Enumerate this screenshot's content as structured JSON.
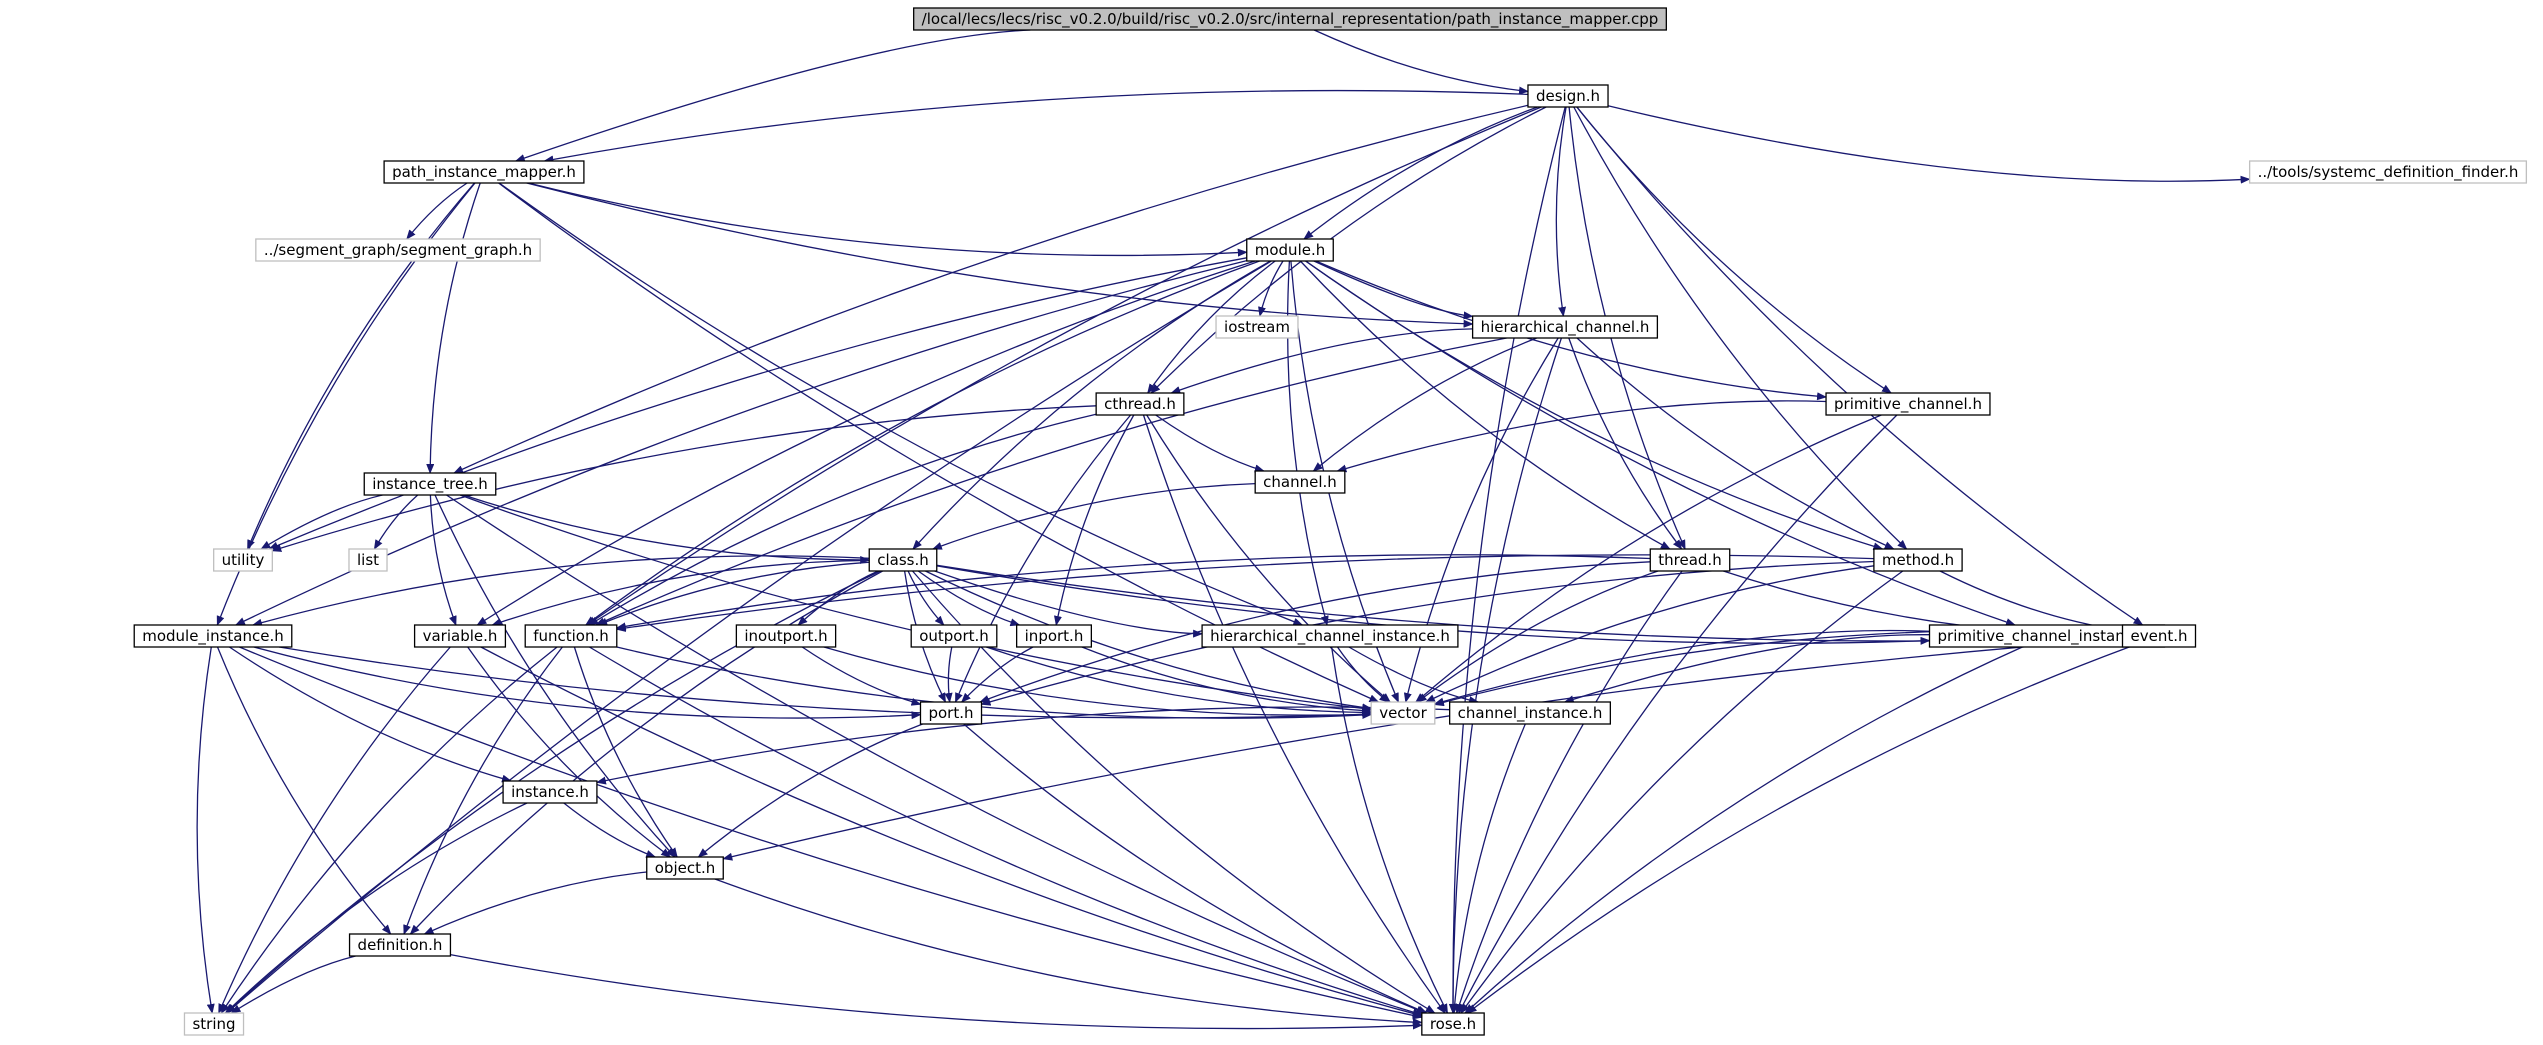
{
  "graph": {
    "nodes": [
      {
        "id": "root",
        "label": "/local/lecs/lecs/risc_v0.2.0/build/risc_v0.2.0/src/internal_representation/path_instance_mapper.cpp",
        "kind": "root"
      },
      {
        "id": "design",
        "label": "design.h",
        "kind": "file"
      },
      {
        "id": "pim",
        "label": "path_instance_mapper.h",
        "kind": "file"
      },
      {
        "id": "sdf",
        "label": "../tools/systemc_definition_finder.h",
        "kind": "external"
      },
      {
        "id": "segg",
        "label": "../segment_graph/segment_graph.h",
        "kind": "external"
      },
      {
        "id": "module",
        "label": "module.h",
        "kind": "file"
      },
      {
        "id": "iostream",
        "label": "iostream",
        "kind": "external"
      },
      {
        "id": "hchan",
        "label": "hierarchical_channel.h",
        "kind": "file"
      },
      {
        "id": "cthread",
        "label": "cthread.h",
        "kind": "file"
      },
      {
        "id": "pchan",
        "label": "primitive_channel.h",
        "kind": "file"
      },
      {
        "id": "itree",
        "label": "instance_tree.h",
        "kind": "file"
      },
      {
        "id": "channel",
        "label": "channel.h",
        "kind": "file"
      },
      {
        "id": "utility",
        "label": "utility",
        "kind": "external"
      },
      {
        "id": "list",
        "label": "list",
        "kind": "external"
      },
      {
        "id": "class",
        "label": "class.h",
        "kind": "file"
      },
      {
        "id": "thread",
        "label": "thread.h",
        "kind": "file"
      },
      {
        "id": "method",
        "label": "method.h",
        "kind": "file"
      },
      {
        "id": "modinst",
        "label": "module_instance.h",
        "kind": "file"
      },
      {
        "id": "variable",
        "label": "variable.h",
        "kind": "file"
      },
      {
        "id": "function",
        "label": "function.h",
        "kind": "file"
      },
      {
        "id": "inoutport",
        "label": "inoutport.h",
        "kind": "file"
      },
      {
        "id": "outport",
        "label": "outport.h",
        "kind": "file"
      },
      {
        "id": "inport",
        "label": "inport.h",
        "kind": "file"
      },
      {
        "id": "hcinst",
        "label": "hierarchical_channel_instance.h",
        "kind": "file"
      },
      {
        "id": "pcinst",
        "label": "primitive_channel_instance.h",
        "kind": "file"
      },
      {
        "id": "event",
        "label": "event.h",
        "kind": "file"
      },
      {
        "id": "vector",
        "label": "vector",
        "kind": "external"
      },
      {
        "id": "port",
        "label": "port.h",
        "kind": "file"
      },
      {
        "id": "cinst",
        "label": "channel_instance.h",
        "kind": "file"
      },
      {
        "id": "instance",
        "label": "instance.h",
        "kind": "file"
      },
      {
        "id": "object",
        "label": "object.h",
        "kind": "file"
      },
      {
        "id": "definition",
        "label": "definition.h",
        "kind": "file"
      },
      {
        "id": "string",
        "label": "string",
        "kind": "external"
      },
      {
        "id": "rose",
        "label": "rose.h",
        "kind": "file"
      }
    ],
    "edges": [
      [
        "root",
        "design"
      ],
      [
        "root",
        "pim"
      ],
      [
        "design",
        "pim"
      ],
      [
        "design",
        "sdf"
      ],
      [
        "design",
        "module"
      ],
      [
        "design",
        "hchan"
      ],
      [
        "design",
        "cthread"
      ],
      [
        "design",
        "pchan"
      ],
      [
        "design",
        "itree"
      ],
      [
        "design",
        "thread"
      ],
      [
        "design",
        "method"
      ],
      [
        "design",
        "function"
      ],
      [
        "design",
        "event"
      ],
      [
        "design",
        "rose"
      ],
      [
        "pim",
        "segg"
      ],
      [
        "pim",
        "module"
      ],
      [
        "pim",
        "hchan"
      ],
      [
        "pim",
        "itree"
      ],
      [
        "pim",
        "utility"
      ],
      [
        "pim",
        "modinst"
      ],
      [
        "pim",
        "hcinst"
      ],
      [
        "pim",
        "vector"
      ],
      [
        "module",
        "iostream"
      ],
      [
        "module",
        "hchan"
      ],
      [
        "module",
        "cthread"
      ],
      [
        "module",
        "pchan"
      ],
      [
        "module",
        "class"
      ],
      [
        "module",
        "thread"
      ],
      [
        "module",
        "method"
      ],
      [
        "module",
        "modinst"
      ],
      [
        "module",
        "variable"
      ],
      [
        "module",
        "function"
      ],
      [
        "module",
        "hcinst"
      ],
      [
        "module",
        "pcinst"
      ],
      [
        "module",
        "vector"
      ],
      [
        "module",
        "string"
      ],
      [
        "module",
        "utility"
      ],
      [
        "hchan",
        "cthread"
      ],
      [
        "hchan",
        "channel"
      ],
      [
        "hchan",
        "thread"
      ],
      [
        "hchan",
        "method"
      ],
      [
        "hchan",
        "function"
      ],
      [
        "hchan",
        "vector"
      ],
      [
        "hchan",
        "rose"
      ],
      [
        "cthread",
        "channel"
      ],
      [
        "cthread",
        "utility"
      ],
      [
        "cthread",
        "function"
      ],
      [
        "cthread",
        "inport"
      ],
      [
        "cthread",
        "port"
      ],
      [
        "cthread",
        "vector"
      ],
      [
        "cthread",
        "rose"
      ],
      [
        "pchan",
        "channel"
      ],
      [
        "pchan",
        "vector"
      ],
      [
        "pchan",
        "rose"
      ],
      [
        "itree",
        "utility"
      ],
      [
        "itree",
        "list"
      ],
      [
        "itree",
        "class"
      ],
      [
        "itree",
        "variable"
      ],
      [
        "itree",
        "object"
      ],
      [
        "itree",
        "vector"
      ],
      [
        "itree",
        "rose"
      ],
      [
        "channel",
        "class"
      ],
      [
        "class",
        "modinst"
      ],
      [
        "class",
        "variable"
      ],
      [
        "class",
        "function"
      ],
      [
        "class",
        "inoutport"
      ],
      [
        "class",
        "outport"
      ],
      [
        "class",
        "inport"
      ],
      [
        "class",
        "hcinst"
      ],
      [
        "class",
        "pcinst"
      ],
      [
        "class",
        "event"
      ],
      [
        "class",
        "port"
      ],
      [
        "class",
        "vector"
      ],
      [
        "class",
        "definition"
      ],
      [
        "class",
        "string"
      ],
      [
        "class",
        "rose"
      ],
      [
        "thread",
        "function"
      ],
      [
        "thread",
        "port"
      ],
      [
        "thread",
        "event"
      ],
      [
        "thread",
        "vector"
      ],
      [
        "thread",
        "rose"
      ],
      [
        "method",
        "function"
      ],
      [
        "method",
        "event"
      ],
      [
        "method",
        "port"
      ],
      [
        "method",
        "vector"
      ],
      [
        "method",
        "rose"
      ],
      [
        "modinst",
        "instance"
      ],
      [
        "modinst",
        "vector"
      ],
      [
        "modinst",
        "port"
      ],
      [
        "modinst",
        "definition"
      ],
      [
        "modinst",
        "string"
      ],
      [
        "modinst",
        "rose"
      ],
      [
        "variable",
        "object"
      ],
      [
        "variable",
        "string"
      ],
      [
        "variable",
        "rose"
      ],
      [
        "function",
        "definition"
      ],
      [
        "function",
        "object"
      ],
      [
        "function",
        "string"
      ],
      [
        "function",
        "vector"
      ],
      [
        "function",
        "rose"
      ],
      [
        "inoutport",
        "port"
      ],
      [
        "inoutport",
        "vector"
      ],
      [
        "outport",
        "port"
      ],
      [
        "outport",
        "vector"
      ],
      [
        "inport",
        "port"
      ],
      [
        "inport",
        "vector"
      ],
      [
        "hcinst",
        "cinst"
      ],
      [
        "hcinst",
        "vector"
      ],
      [
        "hcinst",
        "rose"
      ],
      [
        "pcinst",
        "cinst"
      ],
      [
        "pcinst",
        "vector"
      ],
      [
        "pcinst",
        "rose"
      ],
      [
        "event",
        "object"
      ],
      [
        "event",
        "vector"
      ],
      [
        "event",
        "rose"
      ],
      [
        "port",
        "object"
      ],
      [
        "port",
        "rose"
      ],
      [
        "cinst",
        "instance"
      ],
      [
        "cinst",
        "rose"
      ],
      [
        "instance",
        "object"
      ],
      [
        "instance",
        "string"
      ],
      [
        "object",
        "definition"
      ],
      [
        "object",
        "rose"
      ],
      [
        "definition",
        "string"
      ],
      [
        "definition",
        "rose"
      ]
    ]
  },
  "colors": {
    "edge": "#191970",
    "node_border": "#000000",
    "external_border": "#bfbfbf",
    "root_fill": "#bfbfbf",
    "node_fill": "#ffffff"
  }
}
